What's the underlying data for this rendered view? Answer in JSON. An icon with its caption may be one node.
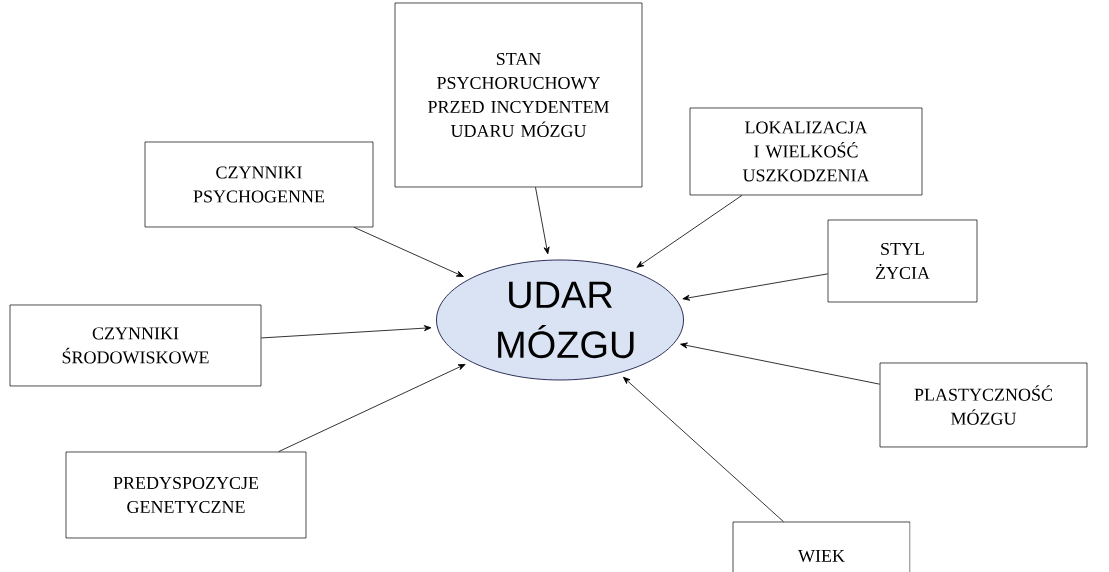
{
  "diagram": {
    "nodes": [
      {
        "text": [
          "UDAR MÓZGU"
        ]
      },
      {
        "text": [
          "CZYNNIKI PSYCHOGENNE"
        ]
      },
      {
        "text": [
          "STAN PSYCHORUCHOWY PRZED INCYDENTEM UDARU MÓZGU"
        ]
      },
      {
        "text": [
          "LOKALIZACJA I WIELKOŚĆ USZKODZENIA"
        ]
      },
      {
        "text": [
          "STYL ŻYCIA"
        ]
      },
      {
        "text": [
          "CZYNNIKI ŚRODOWISKOWE"
        ]
      },
      {
        "text": [
          "PLASTYCZNOŚĆ MÓZGU"
        ]
      },
      {
        "text": [
          "PREDYSPOZYCJE GENETYCZNE"
        ]
      },
      {
        "text": [
          "WIEK"
        ]
      }
    ],
    "edges": [
      {
        "from": 1,
        "to": 0,
        "arrow": "to"
      },
      {
        "from": 2,
        "to": 0,
        "arrow": "to"
      },
      {
        "from": 3,
        "to": 0,
        "arrow": "to"
      },
      {
        "from": 4,
        "to": 0,
        "arrow": "to"
      },
      {
        "from": 5,
        "to": 0,
        "arrow": "to"
      },
      {
        "from": 6,
        "to": 0,
        "arrow": "to"
      },
      {
        "from": 7,
        "to": 0,
        "arrow": "to"
      },
      {
        "from": 8,
        "to": 0,
        "arrow": "to"
      }
    ]
  }
}
